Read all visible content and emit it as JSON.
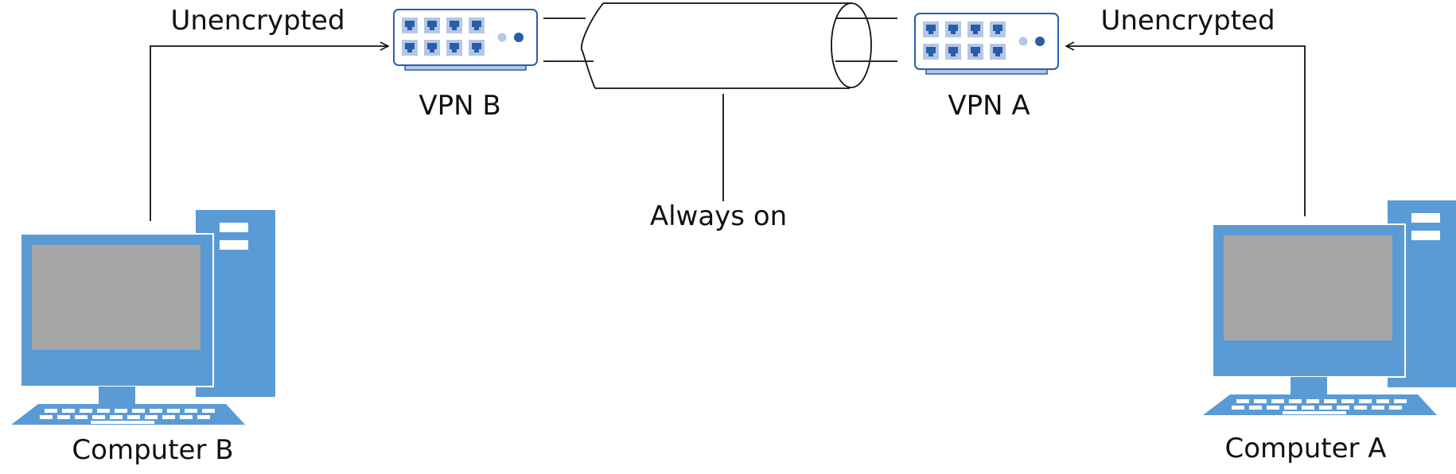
{
  "labels": {
    "left_unencrypted": "Unencrypted",
    "right_unencrypted": "Unencrypted",
    "vpn_b": "VPN B",
    "vpn_a": "VPN A",
    "tunnel": "Always on",
    "computer_b": "Computer B",
    "computer_a": "Computer A"
  },
  "colors": {
    "device_blue": "#5b9bd5",
    "port_dark": "#2a5da8",
    "port_light": "#b4c7e7",
    "screen_gray": "#a6a6a6",
    "line": "#111111"
  }
}
